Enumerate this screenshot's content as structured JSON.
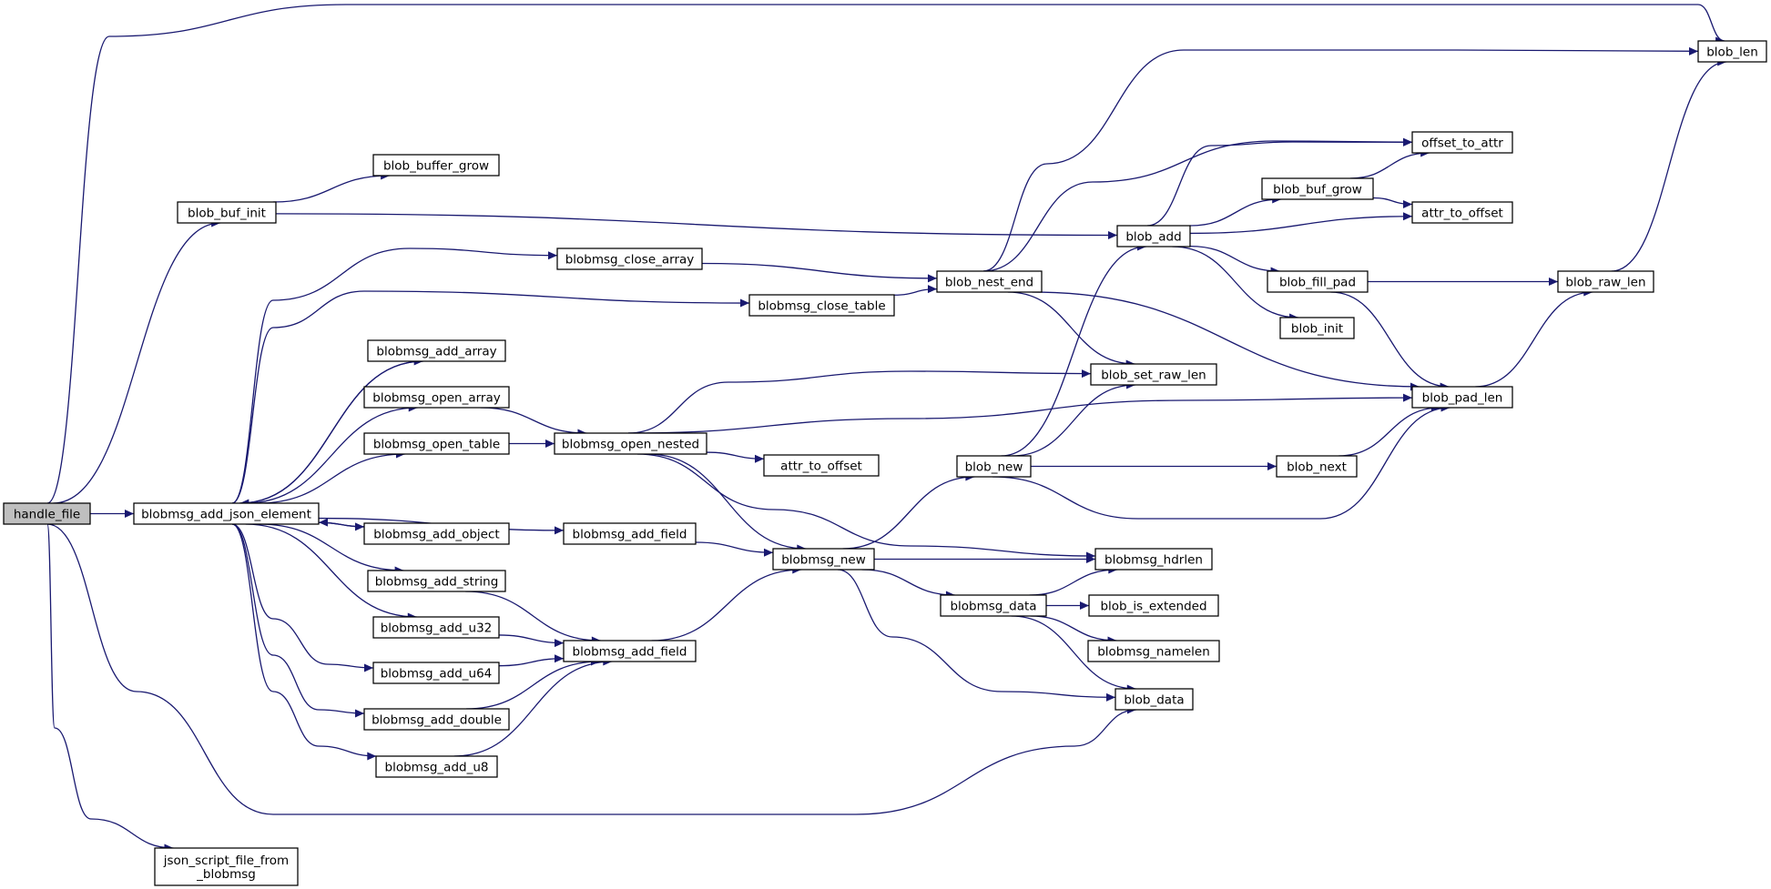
{
  "colors": {
    "edge": "#191970",
    "root_fill": "#bfbfbf",
    "node_fill": "#ffffff",
    "border": "#000000"
  },
  "root": "n_handle_file",
  "nodes": {
    "n_handle_file": "handle_file",
    "n_blobmsg_add_json_element": "blobmsg_add_json_element",
    "n_json_script_file_from_blobmsg": [
      "json_script_file_from",
      "_blobmsg"
    ],
    "n_blob_buf_init": "blob_buf_init",
    "n_blob_buffer_grow": "blob_buffer_grow",
    "n_blobmsg_close_array": "blobmsg_close_array",
    "n_blobmsg_close_table": "blobmsg_close_table",
    "n_blobmsg_add_array": "blobmsg_add_array",
    "n_blobmsg_open_array": "blobmsg_open_array",
    "n_blobmsg_open_table": "blobmsg_open_table",
    "n_blobmsg_add_object": "blobmsg_add_object",
    "n_blobmsg_add_string": "blobmsg_add_string",
    "n_blobmsg_add_u32": "blobmsg_add_u32",
    "n_blobmsg_add_u64": "blobmsg_add_u64",
    "n_blobmsg_add_double": "blobmsg_add_double",
    "n_blobmsg_add_u8": "blobmsg_add_u8",
    "n_blobmsg_add_field_a": "blobmsg_add_field",
    "n_blobmsg_add_field_b": "blobmsg_add_field",
    "n_blobmsg_open_nested": "blobmsg_open_nested",
    "n_attr_to_offset_a": "attr_to_offset",
    "n_blobmsg_new": "blobmsg_new",
    "n_blob_nest_end": "blob_nest_end",
    "n_blob_new": "blob_new",
    "n_blobmsg_data": "blobmsg_data",
    "n_blob_add": "blob_add",
    "n_blob_set_raw_len": "blob_set_raw_len",
    "n_blobmsg_hdrlen": "blobmsg_hdrlen",
    "n_blob_is_extended": "blob_is_extended",
    "n_blobmsg_namelen": "blobmsg_namelen",
    "n_blob_data": "blob_data",
    "n_blob_buf_grow": "blob_buf_grow",
    "n_blob_fill_pad": "blob_fill_pad",
    "n_blob_init": "blob_init",
    "n_blob_next": "blob_next",
    "n_offset_to_attr": "offset_to_attr",
    "n_attr_to_offset_b": "attr_to_offset",
    "n_blob_pad_len": "blob_pad_len",
    "n_blob_raw_len": "blob_raw_len",
    "n_blob_len": "blob_len"
  },
  "edges": [
    [
      "n_handle_file",
      "n_blob_len"
    ],
    [
      "n_handle_file",
      "n_blob_buf_init"
    ],
    [
      "n_handle_file",
      "n_blobmsg_add_json_element"
    ],
    [
      "n_handle_file",
      "n_blob_data"
    ],
    [
      "n_handle_file",
      "n_json_script_file_from_blobmsg"
    ],
    [
      "n_blob_buf_init",
      "n_blob_buffer_grow"
    ],
    [
      "n_blob_buf_init",
      "n_blob_add"
    ],
    [
      "n_blobmsg_add_json_element",
      "n_blobmsg_close_array"
    ],
    [
      "n_blobmsg_add_json_element",
      "n_blobmsg_close_table"
    ],
    [
      "n_blobmsg_add_json_element",
      "n_blobmsg_add_array"
    ],
    [
      "n_blobmsg_add_json_element",
      "n_blobmsg_open_array"
    ],
    [
      "n_blobmsg_add_json_element",
      "n_blobmsg_open_table"
    ],
    [
      "n_blobmsg_add_json_element",
      "n_blobmsg_add_field_a"
    ],
    [
      "n_blobmsg_add_json_element",
      "n_blobmsg_add_object"
    ],
    [
      "n_blobmsg_add_json_element",
      "n_blobmsg_add_string"
    ],
    [
      "n_blobmsg_add_json_element",
      "n_blobmsg_add_u32"
    ],
    [
      "n_blobmsg_add_json_element",
      "n_blobmsg_add_u64"
    ],
    [
      "n_blobmsg_add_json_element",
      "n_blobmsg_add_double"
    ],
    [
      "n_blobmsg_add_json_element",
      "n_blobmsg_add_u8"
    ],
    [
      "n_blobmsg_add_array",
      "n_blobmsg_add_json_element"
    ],
    [
      "n_blobmsg_add_object",
      "n_blobmsg_add_json_element"
    ],
    [
      "n_blobmsg_close_array",
      "n_blob_nest_end"
    ],
    [
      "n_blobmsg_close_table",
      "n_blob_nest_end"
    ],
    [
      "n_blobmsg_open_array",
      "n_blobmsg_open_nested"
    ],
    [
      "n_blobmsg_open_table",
      "n_blobmsg_open_nested"
    ],
    [
      "n_blobmsg_add_string",
      "n_blobmsg_add_field_b"
    ],
    [
      "n_blobmsg_add_u32",
      "n_blobmsg_add_field_b"
    ],
    [
      "n_blobmsg_add_u64",
      "n_blobmsg_add_field_b"
    ],
    [
      "n_blobmsg_add_double",
      "n_blobmsg_add_field_b"
    ],
    [
      "n_blobmsg_add_u8",
      "n_blobmsg_add_field_b"
    ],
    [
      "n_blobmsg_add_field_a",
      "n_blobmsg_new"
    ],
    [
      "n_blobmsg_add_field_b",
      "n_blobmsg_new"
    ],
    [
      "n_blobmsg_open_nested",
      "n_blob_set_raw_len"
    ],
    [
      "n_blobmsg_open_nested",
      "n_blob_pad_len"
    ],
    [
      "n_blobmsg_open_nested",
      "n_attr_to_offset_a"
    ],
    [
      "n_blobmsg_open_nested",
      "n_blobmsg_new"
    ],
    [
      "n_blobmsg_open_nested",
      "n_blobmsg_hdrlen"
    ],
    [
      "n_blobmsg_new",
      "n_blob_new"
    ],
    [
      "n_blobmsg_new",
      "n_blobmsg_hdrlen"
    ],
    [
      "n_blobmsg_new",
      "n_blobmsg_data"
    ],
    [
      "n_blobmsg_new",
      "n_blob_data"
    ],
    [
      "n_blob_nest_end",
      "n_blob_len"
    ],
    [
      "n_blob_nest_end",
      "n_offset_to_attr"
    ],
    [
      "n_blob_nest_end",
      "n_blob_set_raw_len"
    ],
    [
      "n_blob_nest_end",
      "n_blob_pad_len"
    ],
    [
      "n_blob_new",
      "n_blob_add"
    ],
    [
      "n_blob_new",
      "n_blob_set_raw_len"
    ],
    [
      "n_blob_new",
      "n_blob_next"
    ],
    [
      "n_blob_new",
      "n_blob_pad_len"
    ],
    [
      "n_blobmsg_data",
      "n_blobmsg_hdrlen"
    ],
    [
      "n_blobmsg_data",
      "n_blob_is_extended"
    ],
    [
      "n_blobmsg_data",
      "n_blobmsg_namelen"
    ],
    [
      "n_blobmsg_data",
      "n_blob_data"
    ],
    [
      "n_blob_add",
      "n_offset_to_attr"
    ],
    [
      "n_blob_add",
      "n_blob_buf_grow"
    ],
    [
      "n_blob_add",
      "n_attr_to_offset_b"
    ],
    [
      "n_blob_add",
      "n_blob_fill_pad"
    ],
    [
      "n_blob_add",
      "n_blob_init"
    ],
    [
      "n_blob_buf_grow",
      "n_offset_to_attr"
    ],
    [
      "n_blob_buf_grow",
      "n_attr_to_offset_b"
    ],
    [
      "n_blob_fill_pad",
      "n_blob_raw_len"
    ],
    [
      "n_blob_fill_pad",
      "n_blob_pad_len"
    ],
    [
      "n_blob_next",
      "n_blob_pad_len"
    ],
    [
      "n_blob_pad_len",
      "n_blob_raw_len"
    ],
    [
      "n_blob_raw_len",
      "n_blob_len"
    ]
  ]
}
